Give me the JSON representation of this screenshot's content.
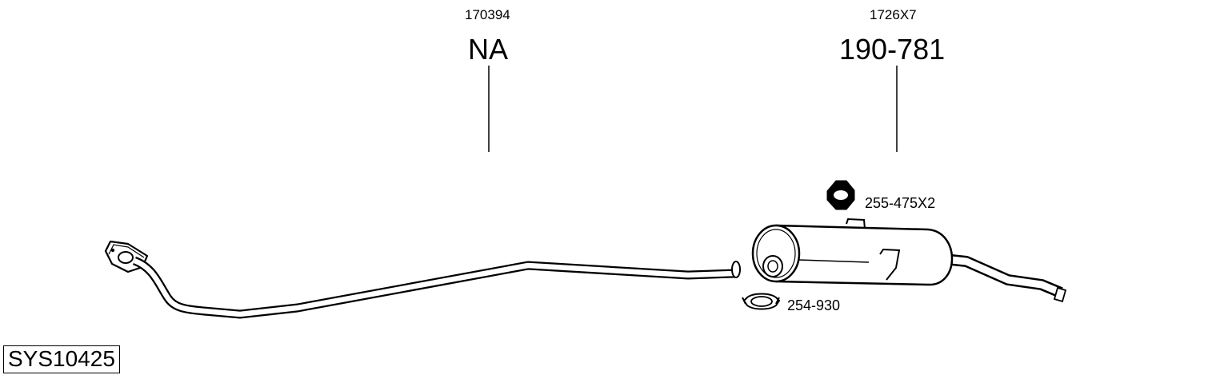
{
  "system_code": "SYS10425",
  "parts": [
    {
      "ref": "170394",
      "code": "NA"
    },
    {
      "ref": "1726X7",
      "code": "190-781"
    }
  ],
  "accessories": [
    {
      "code": "255-475X2",
      "icon": "rubber-hanger-icon"
    },
    {
      "code": "254-930",
      "icon": "pipe-clamp-icon"
    }
  ]
}
